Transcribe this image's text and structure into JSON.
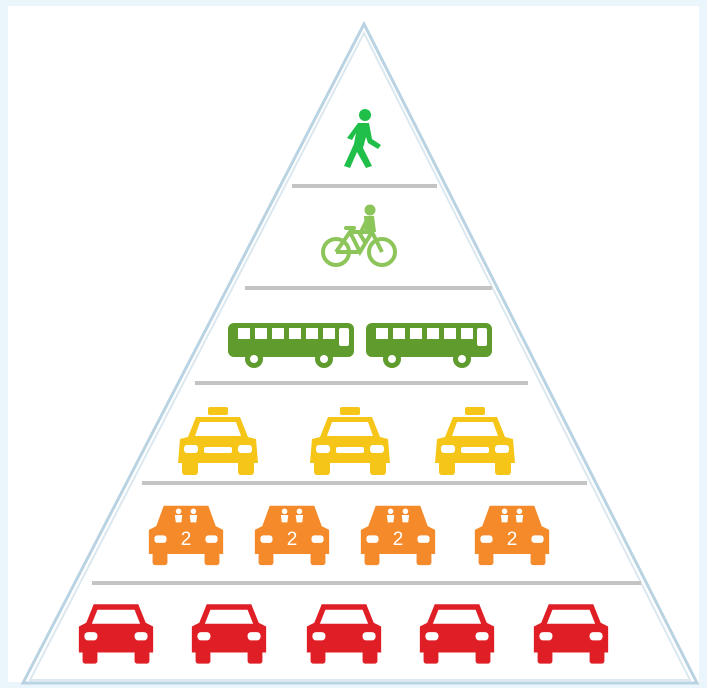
{
  "diagram": {
    "tiers": [
      {
        "name": "walking",
        "icon": "pedestrian-icon",
        "count": 1,
        "color": "#1fbf4a"
      },
      {
        "name": "cycling",
        "icon": "bicycle-icon",
        "count": 1,
        "color": "#8cc55a"
      },
      {
        "name": "bus",
        "icon": "bus-icon",
        "count": 2,
        "color": "#5f9b2d"
      },
      {
        "name": "taxi",
        "icon": "taxi-icon",
        "count": 3,
        "color": "#f5c518"
      },
      {
        "name": "carpool",
        "icon": "carpool-car-icon",
        "count": 4,
        "color": "#f58a2a",
        "label": "2"
      },
      {
        "name": "single-occupancy-car",
        "icon": "car-icon",
        "count": 5,
        "color": "#e01e26"
      }
    ],
    "colors": {
      "background": "#eaf6fc",
      "panel": "#ffffff",
      "outline": "#b9d3e3",
      "divider": "#c4c4c4"
    }
  }
}
